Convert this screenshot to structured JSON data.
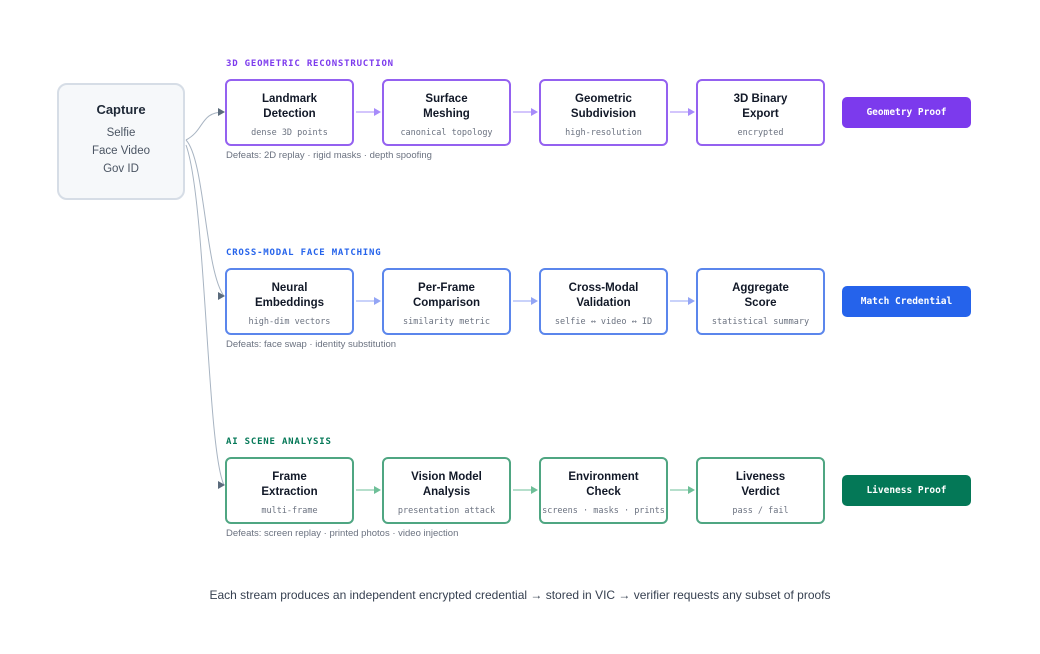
{
  "capture": {
    "title": "Capture",
    "items": [
      "Selfie",
      "Face Video",
      "Gov ID"
    ]
  },
  "streams": [
    {
      "title": "3D GEOMETRIC RECONSTRUCTION",
      "color": "#7c3aed",
      "arrow_color": "#a78bfa",
      "steps": [
        {
          "label": "Landmark Detection",
          "sub": "dense 3D points"
        },
        {
          "label": "Surface Meshing",
          "sub": "canonical topology"
        },
        {
          "label": "Geometric Subdivision",
          "sub": "high-resolution"
        },
        {
          "label": "3D Binary Export",
          "sub": "encrypted"
        }
      ],
      "proof": "Geometry Proof",
      "defeats": "Defeats: 2D replay · rigid masks · depth spoofing"
    },
    {
      "title": "CROSS-MODAL FACE MATCHING",
      "color": "#2563eb",
      "arrow_color": "#93a5f5",
      "steps": [
        {
          "label": "Neural Embeddings",
          "sub": "high-dim vectors"
        },
        {
          "label": "Per-Frame Comparison",
          "sub": "similarity metric"
        },
        {
          "label": "Cross-Modal Validation",
          "sub": "selfie ↔ video ↔ ID"
        },
        {
          "label": "Aggregate Score",
          "sub": "statistical summary"
        }
      ],
      "proof": "Match Credential",
      "defeats": "Defeats: face swap · identity substitution"
    },
    {
      "title": "AI SCENE ANALYSIS",
      "color": "#047857",
      "arrow_color": "#6ebf98",
      "steps": [
        {
          "label": "Frame Extraction",
          "sub": "multi-frame"
        },
        {
          "label": "Vision Model Analysis",
          "sub": "presentation attack"
        },
        {
          "label": "Environment Check",
          "sub": "screens · masks · prints"
        },
        {
          "label": "Liveness Verdict",
          "sub": "pass / fail"
        }
      ],
      "proof": "Liveness Proof",
      "defeats": "Defeats: screen replay · printed photos · video injection"
    }
  ],
  "colors": {
    "stream_border_1": "#9461f0",
    "stream_border_2": "#5b86ec",
    "stream_border_3": "#4fa682",
    "connector": "#a8b4c2",
    "connector_arrow": "#5b6b7c"
  },
  "footer": "Each stream produces an independent encrypted credential → stored in VIC → verifier requests any subset of proofs"
}
